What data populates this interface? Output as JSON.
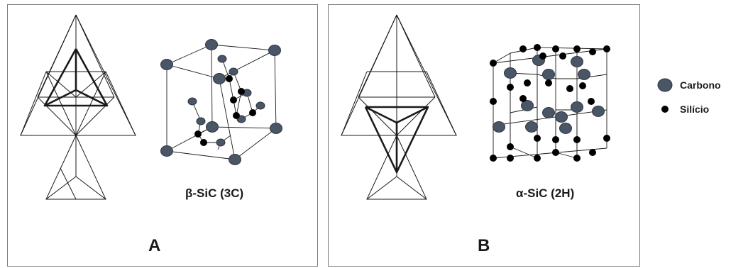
{
  "panels": [
    {
      "letter": "A",
      "caption": "β-SiC (3C)"
    },
    {
      "letter": "B",
      "caption": "α-SiC (2H)"
    }
  ],
  "legend": [
    {
      "label": "Carbono",
      "icon": "large-dark-gray-circle",
      "color": "#4a5566"
    },
    {
      "label": "Silício",
      "icon": "small-black-circle",
      "color": "#000000"
    }
  ],
  "colors": {
    "carbon": "#4a5566",
    "silicon": "#000000",
    "line": "#1a1a1a",
    "border": "#7a7a7a"
  }
}
